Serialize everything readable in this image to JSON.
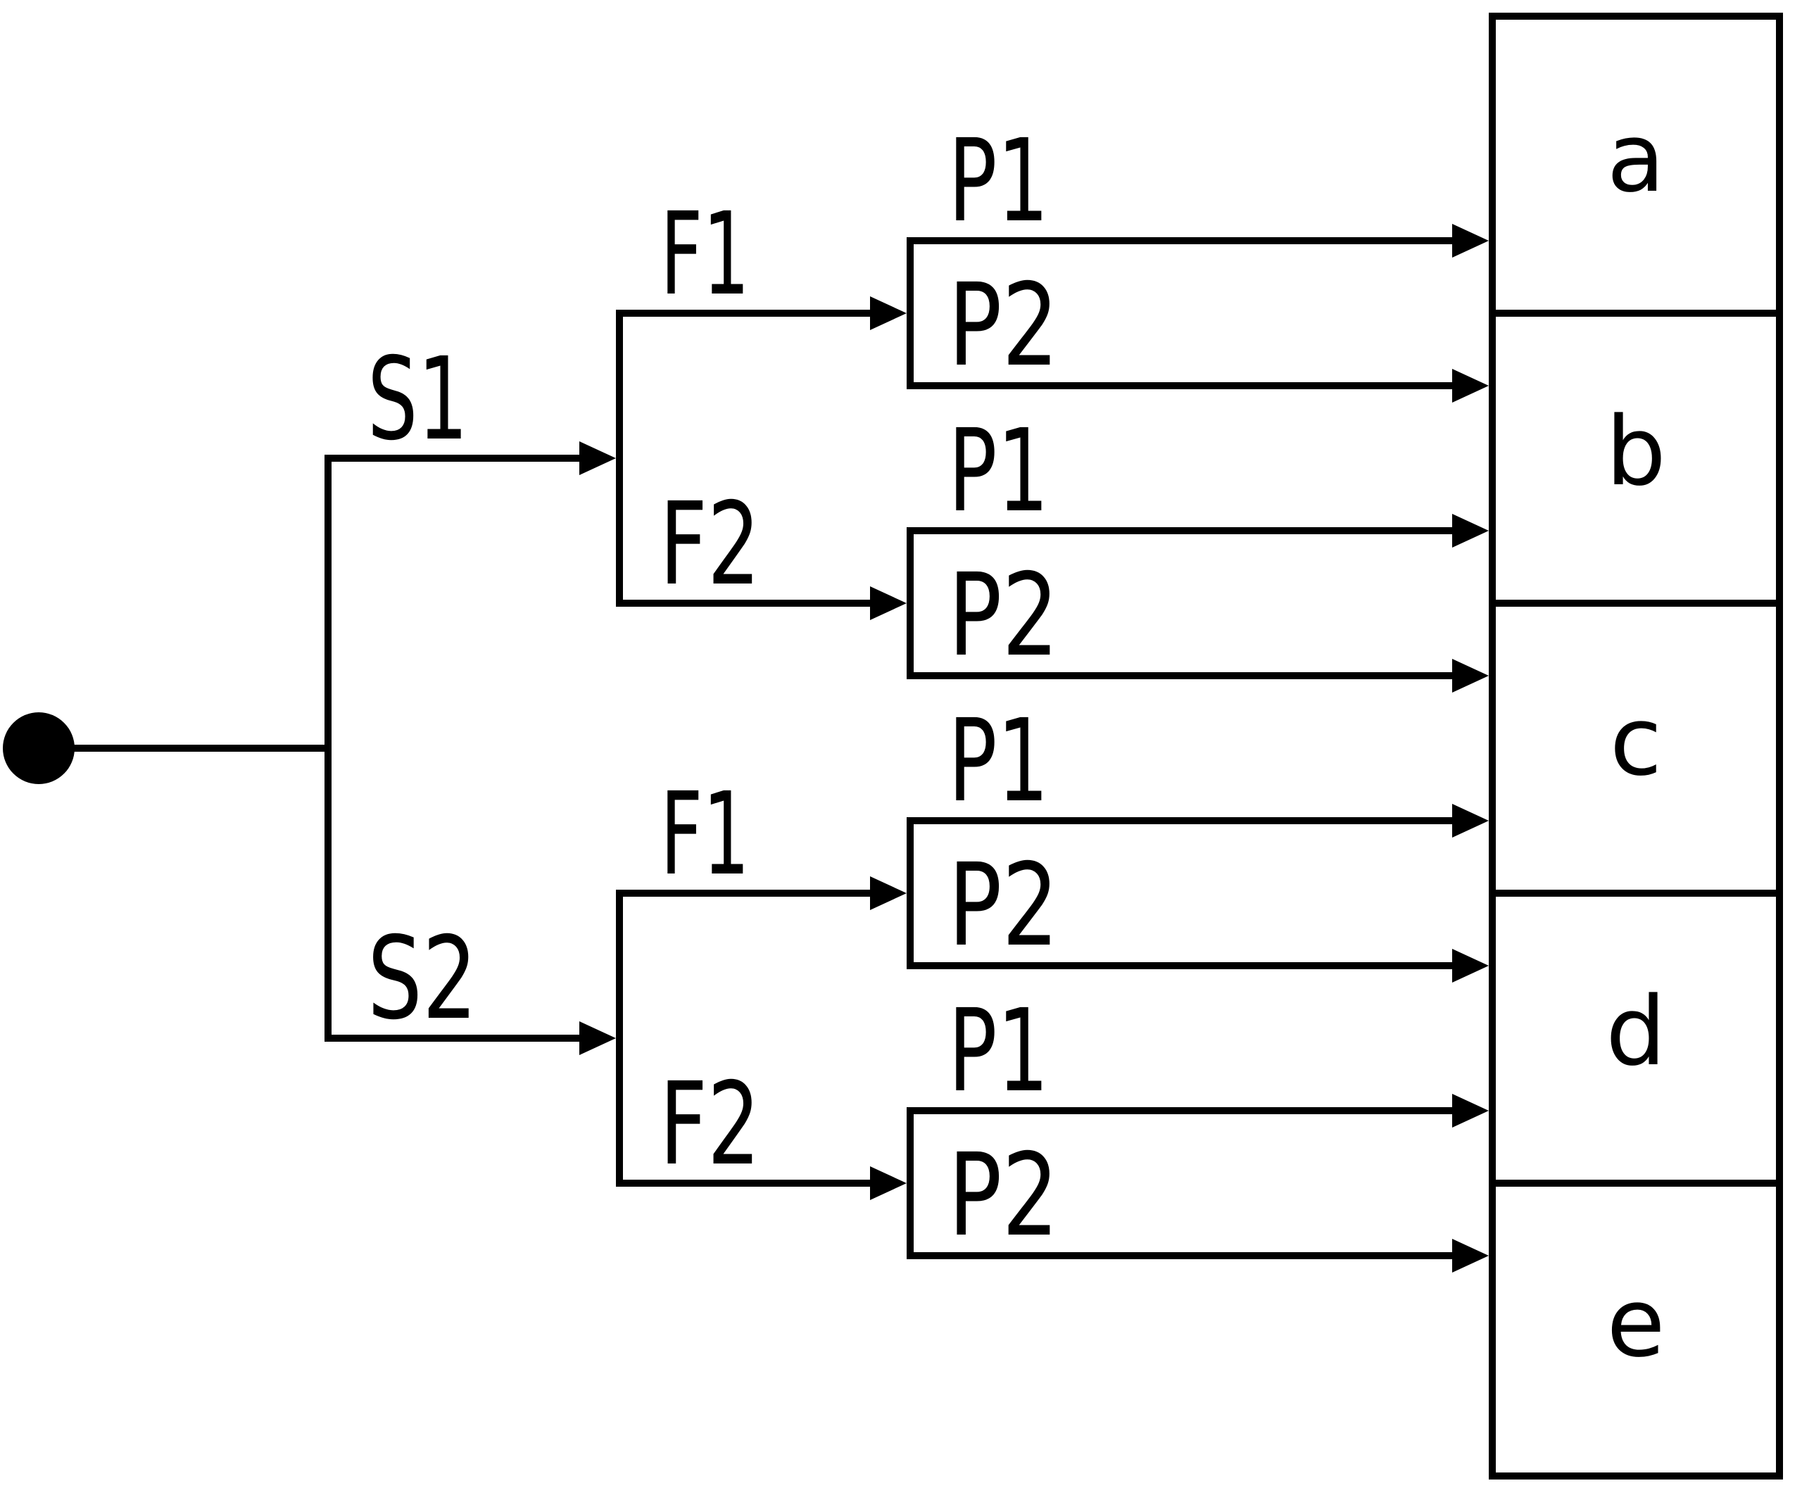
{
  "diagram": {
    "type": "decision-tree-mapping",
    "background_color": "#ffffff",
    "ink_color": "#000000",
    "root": {
      "symbol": "start-dot"
    },
    "labels": {
      "s1": "S1",
      "s2": "S2",
      "f1": "F1",
      "f2": "F2",
      "p1": "P1",
      "p2": "P2"
    },
    "responses": [
      "a",
      "b",
      "c",
      "d",
      "e"
    ],
    "paths": [
      {
        "stimulus": "S1",
        "feature": "F1",
        "position": "P1",
        "response": "a"
      },
      {
        "stimulus": "S1",
        "feature": "F1",
        "position": "P2",
        "response": "b"
      },
      {
        "stimulus": "S1",
        "feature": "F2",
        "position": "P1",
        "response": "b"
      },
      {
        "stimulus": "S1",
        "feature": "F2",
        "position": "P2",
        "response": "c"
      },
      {
        "stimulus": "S2",
        "feature": "F1",
        "position": "P1",
        "response": "c"
      },
      {
        "stimulus": "S2",
        "feature": "F1",
        "position": "P2",
        "response": "d"
      },
      {
        "stimulus": "S2",
        "feature": "F2",
        "position": "P1",
        "response": "d"
      },
      {
        "stimulus": "S2",
        "feature": "F2",
        "position": "P2",
        "response": "e"
      }
    ]
  }
}
